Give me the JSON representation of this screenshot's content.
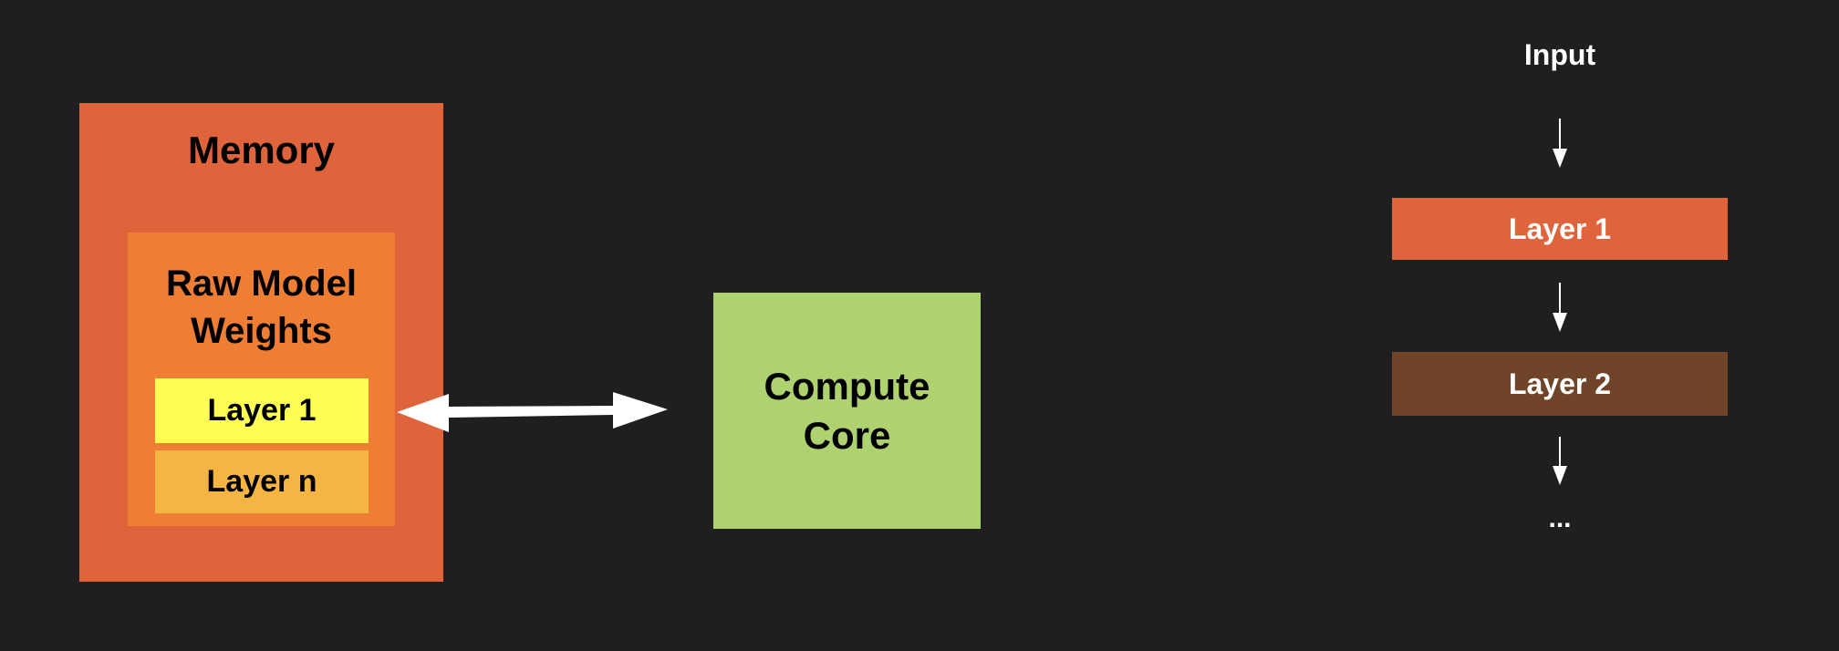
{
  "memory": {
    "title": "Memory"
  },
  "raw_weights": {
    "title": "Raw Model Weights",
    "layers": [
      "Layer 1",
      "Layer n"
    ]
  },
  "compute_core": {
    "title": "Compute Core"
  },
  "pipeline": {
    "input": "Input",
    "layers": [
      "Layer 1",
      "Layer 2"
    ],
    "ellipsis": "..."
  },
  "colors": {
    "background": "#201f20",
    "memory": "#df643b",
    "raw": "#ee7e33",
    "layer_active": "#fefe55",
    "layer_n": "#f5b543",
    "compute": "#add26f",
    "layer2": "#6f4429"
  }
}
